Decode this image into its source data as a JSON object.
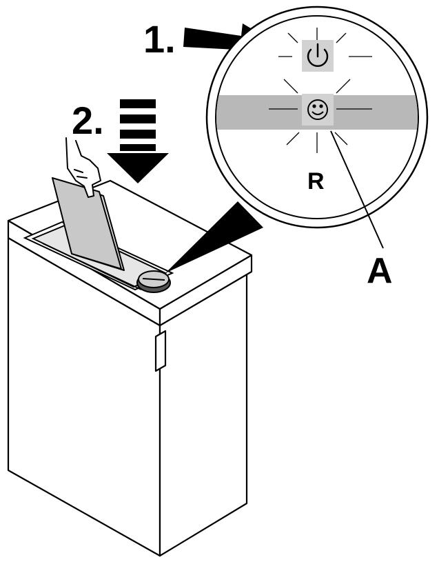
{
  "labels": {
    "step1": "1.",
    "step2": "2.",
    "power_button_marker": "R",
    "callout": "A"
  },
  "colors": {
    "line": "#000000",
    "highlight_band": "#b8b8b8",
    "button_bg": "#d2d2d2",
    "paper": "#c8c8c8",
    "background": "#ffffff"
  },
  "icons": {
    "power": "power-icon",
    "status": "smiley-icon"
  }
}
